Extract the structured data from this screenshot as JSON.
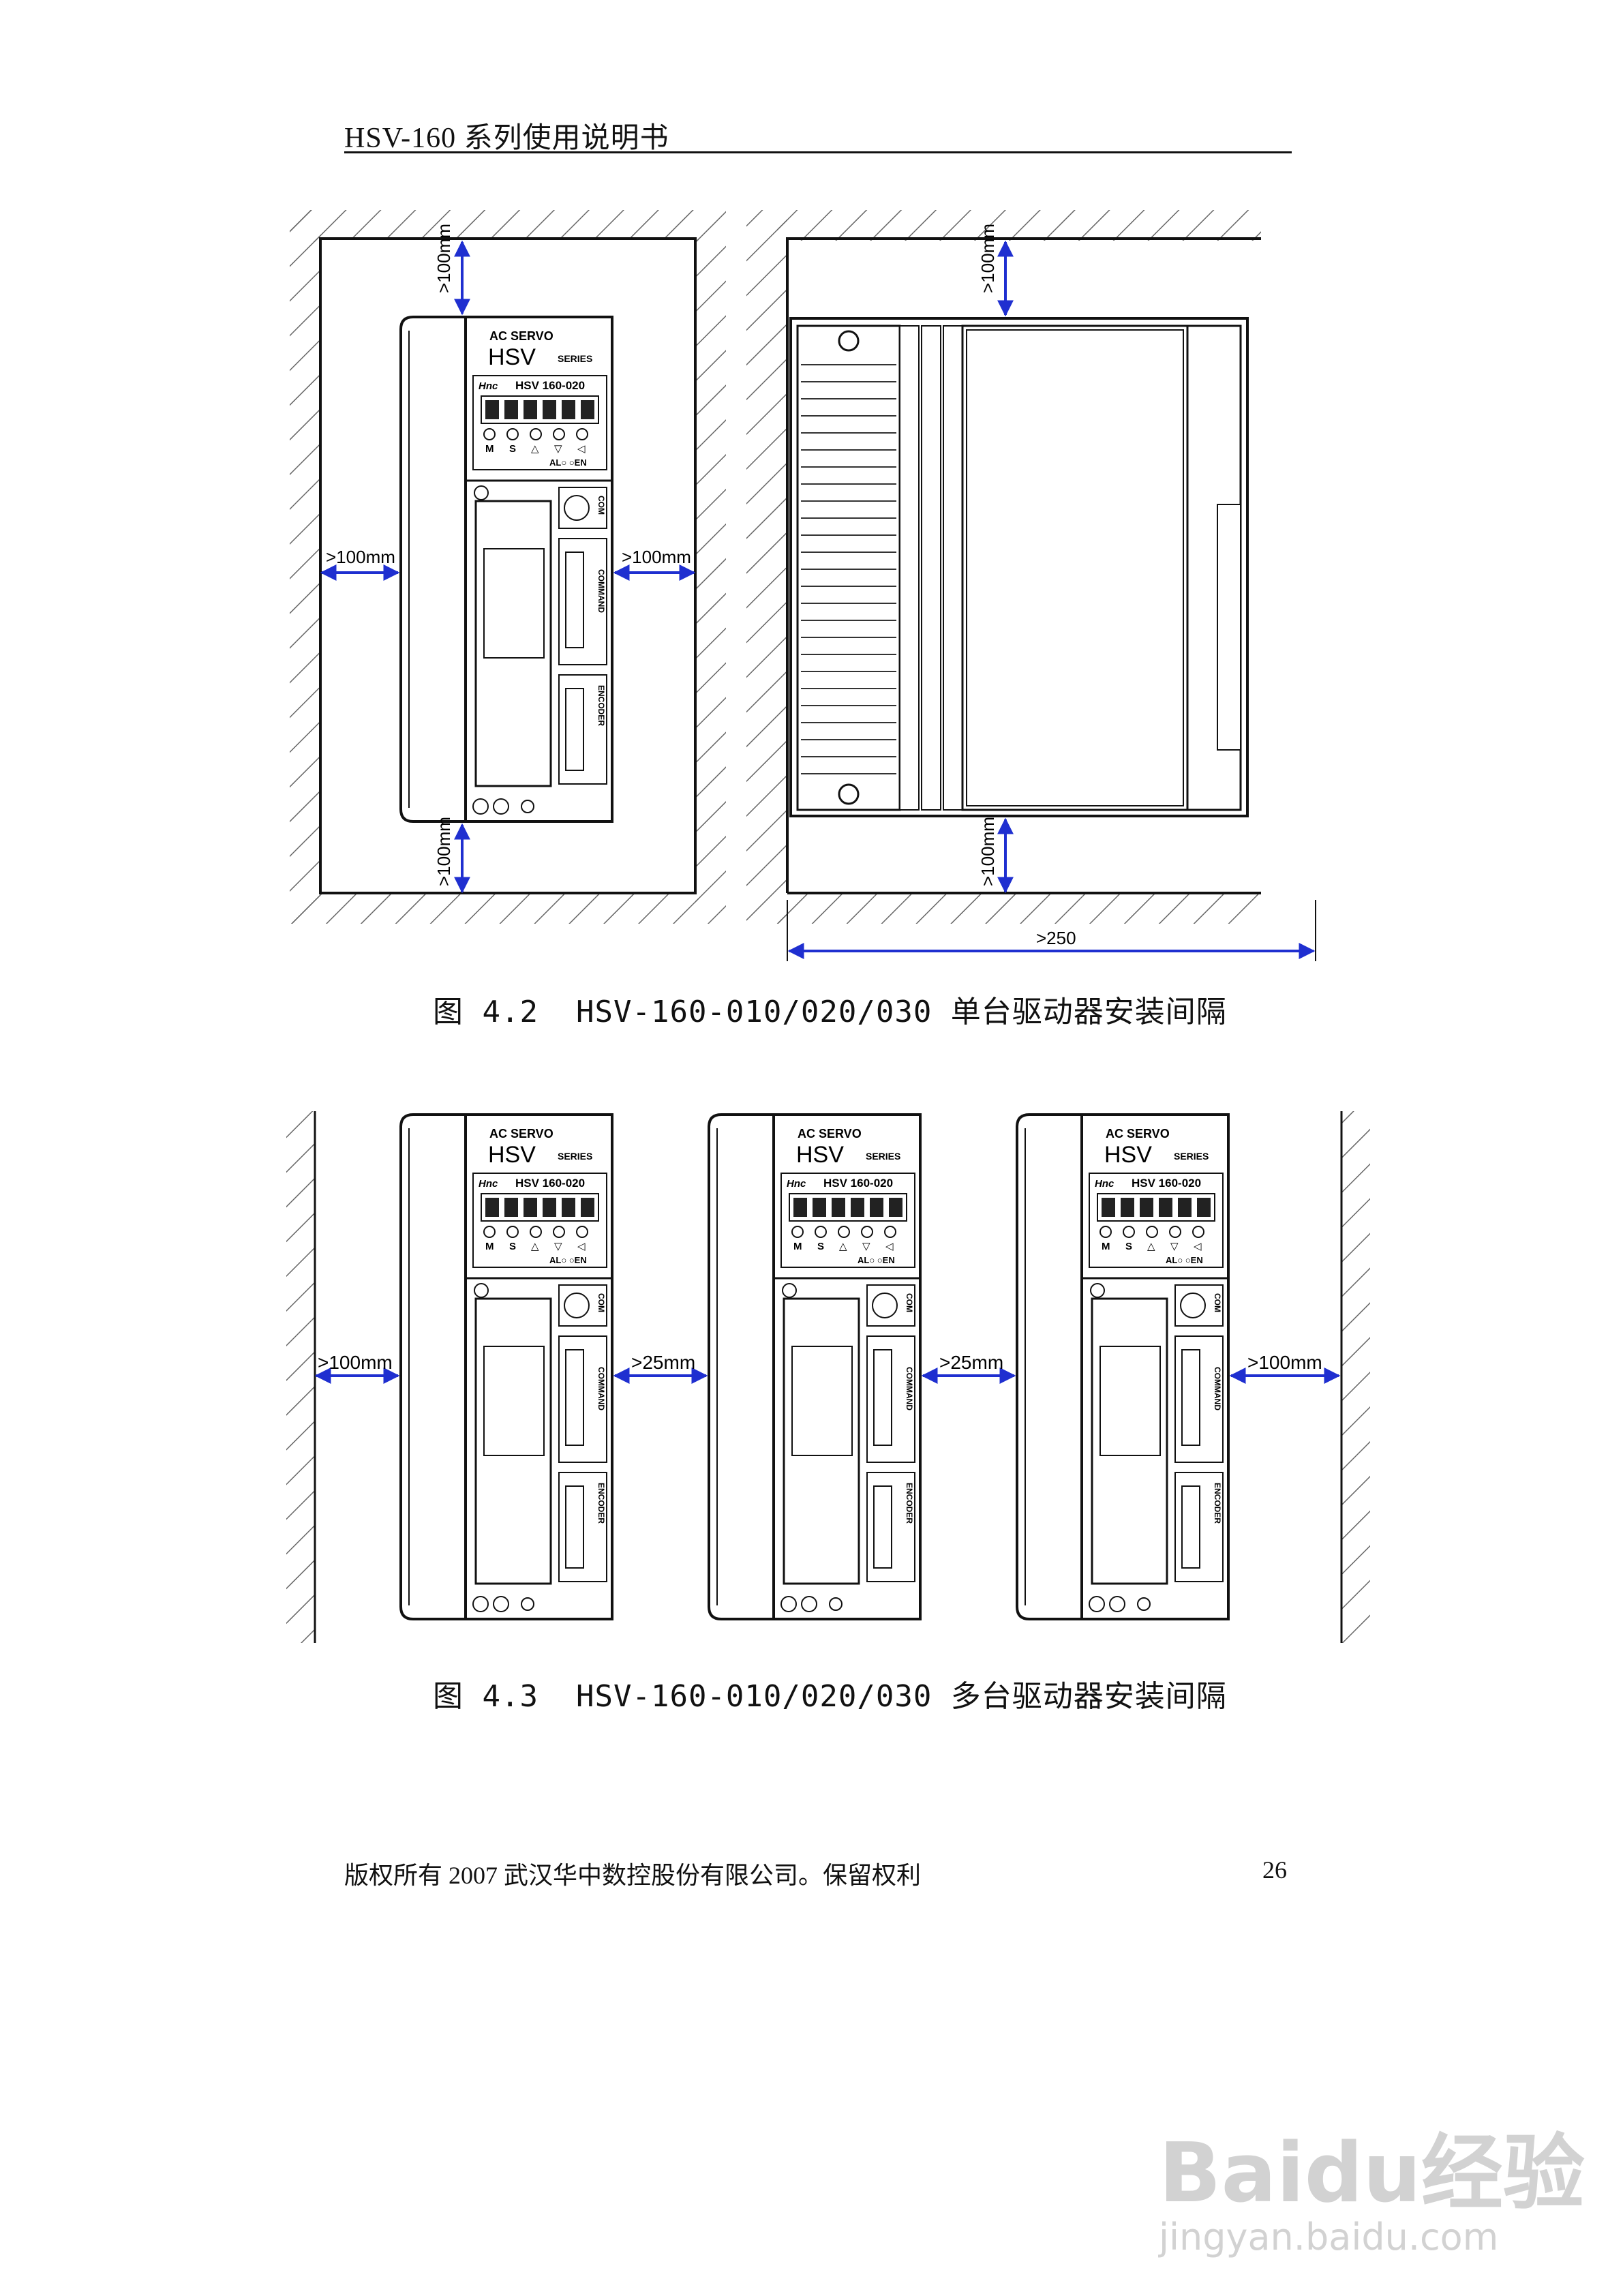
{
  "header": {
    "title": "HSV-160 系列使用说明书"
  },
  "figure_single": {
    "caption_number": "图 4.2",
    "caption_title": "HSV-160-010/020/030 单台驱动器安装间隔",
    "labels": {
      "top_clearance": ">100mm",
      "bottom_clearance": ">100mm",
      "left_clearance": ">100mm",
      "right_clearance": ">100mm",
      "side_top": ">100mm",
      "side_bottom": ">100mm",
      "depth": ">250"
    }
  },
  "figure_multi": {
    "caption_number": "图 4.3",
    "caption_title": "HSV-160-010/020/030 多台驱动器安装间隔",
    "labels": {
      "left_wall": ">100mm",
      "gap_1": ">25mm",
      "gap_2": ">25mm",
      "right_wall": ">100mm"
    }
  },
  "drive_panel": {
    "brand_line1": "AC SERVO",
    "brand_line2": "HSV",
    "series": "SERIES",
    "logo": "Hnc",
    "model": "HSV 160-020",
    "buttons": [
      "M",
      "S",
      "△",
      "▽",
      "◁"
    ],
    "indicators": [
      "AL",
      "EN"
    ],
    "ports": [
      "COM",
      "COMMAND",
      "ENCODER"
    ]
  },
  "footer": {
    "copyright": "版权所有 2007 武汉华中数控股份有限公司。保留权利",
    "page_number": "26"
  },
  "watermark": {
    "brand": "Baidu经验",
    "url": "jingyan.baidu.com"
  },
  "colors": {
    "dimension_arrow": "#1f2fd0",
    "line": "#111111",
    "hatch": "#555555"
  }
}
